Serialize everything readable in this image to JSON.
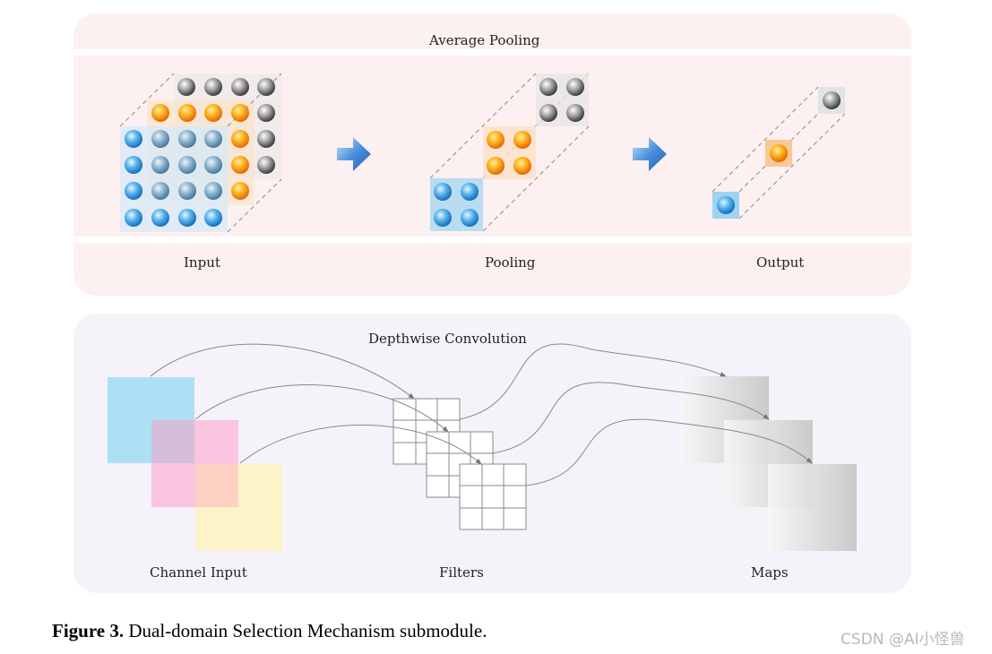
{
  "top_section": {
    "title": "Average Pooling",
    "stage_labels": [
      "Input",
      "Pooling",
      "Output"
    ]
  },
  "bottom_section": {
    "title": "Depthwise Convolution",
    "stage_labels": [
      "Channel Input",
      "Filters",
      "Maps"
    ]
  },
  "caption": {
    "label": "Figure 3.",
    "text": "Dual-domain Selection Mechanism submodule."
  },
  "watermark": "CSDN @AI小怪兽",
  "colors": {
    "blue": "#2f8fd6",
    "orange": "#f39a1a",
    "gray": "#6e6e6e",
    "arrow": "#3d7fcf",
    "channel_blue": "#aedff4",
    "channel_pink": "#f9bfdf",
    "channel_yellow": "#fbf3c5"
  }
}
